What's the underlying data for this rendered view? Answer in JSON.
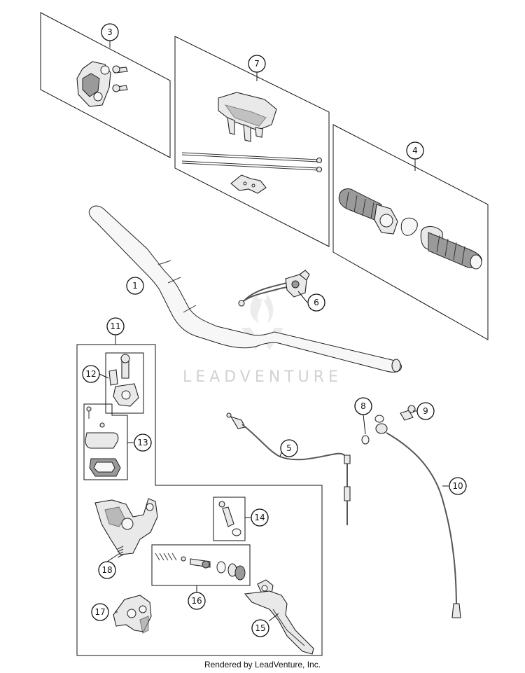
{
  "callouts": {
    "c1": "1",
    "c2": "3",
    "c3": "4",
    "c4": "5",
    "c5": "6",
    "c6": "7",
    "c7": "8",
    "c8": "9",
    "c9": "10",
    "c10": "11",
    "c11": "12",
    "c12": "13",
    "c13": "14",
    "c14": "15",
    "c15": "16",
    "c16": "17",
    "c17": "18"
  },
  "watermark": "LEADVENTURE",
  "footer": "Rendered by LeadVenture, Inc."
}
